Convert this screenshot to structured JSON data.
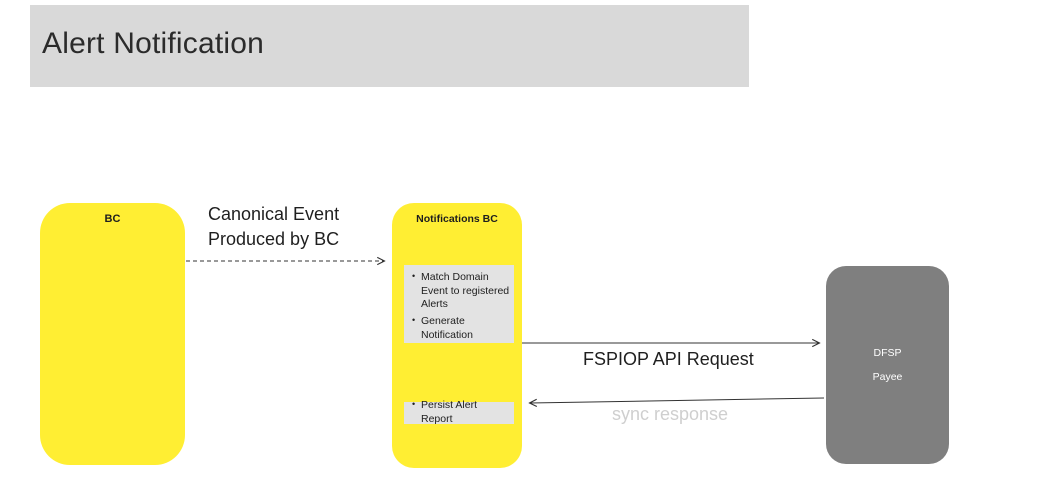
{
  "title": "Alert Notification",
  "nodes": {
    "bc": {
      "label": "BC"
    },
    "notifications_bc": {
      "label": "Notifications BC",
      "process_steps": [
        "Match Domain Event to registered Alerts",
        "Generate Notification"
      ],
      "persist_step": "Persist Alert Report"
    },
    "dfsp": {
      "line1": "DFSP",
      "line2": "Payee"
    }
  },
  "edges": {
    "canonical_event": {
      "line1": "Canonical Event",
      "line2": "Produced by BC"
    },
    "fspiop_request": {
      "label": "FSPIOP API Request"
    },
    "sync_response": {
      "label": "sync response"
    }
  },
  "colors": {
    "node_yellow": "#FFEE33",
    "node_gray": "#7F7F7F",
    "step_background": "#E3E3E3",
    "title_background": "#D9D9D9",
    "sync_label_gray": "#CFCFCF",
    "arrow_black": "#333333"
  }
}
